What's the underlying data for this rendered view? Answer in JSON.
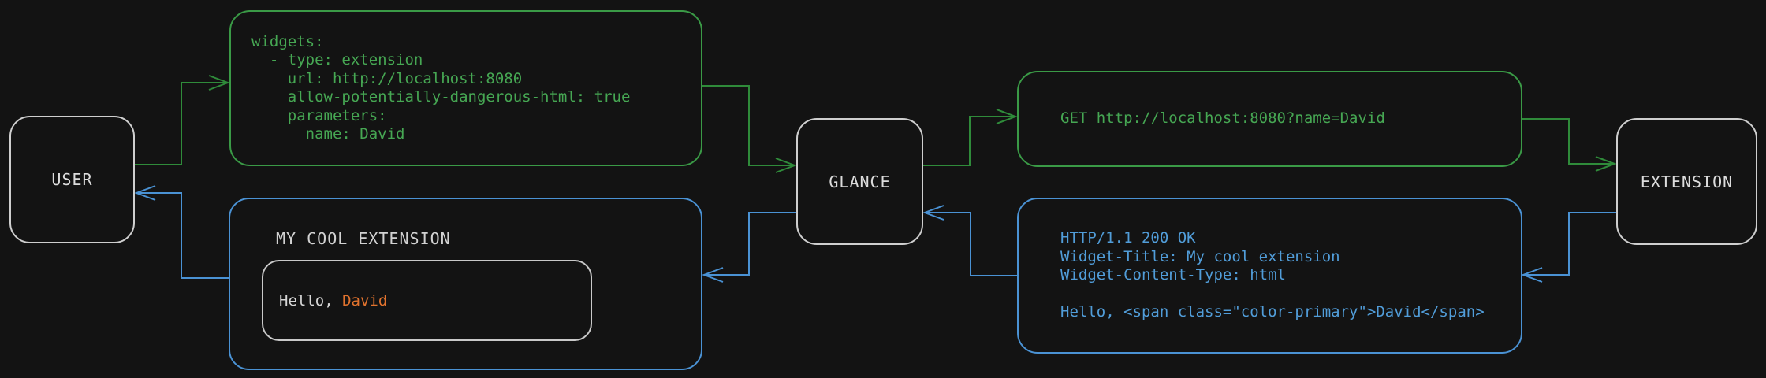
{
  "diagram": {
    "nodes": {
      "user": "USER",
      "glance": "GLANCE",
      "extension": "EXTENSION"
    },
    "config_box": {
      "lines": [
        "widgets:",
        "  - type: extension",
        "    url: http://localhost:8080",
        "    allow-potentially-dangerous-html: true",
        "    parameters:",
        "      name: David"
      ]
    },
    "request_box": {
      "text": "GET http://localhost:8080?name=David"
    },
    "response_box": {
      "lines": [
        "HTTP/1.1 200 OK",
        "Widget-Title: My cool extension",
        "Widget-Content-Type: html",
        "",
        "Hello, <span class=\"color-primary\">David</span>"
      ]
    },
    "widget_box": {
      "title": "MY COOL EXTENSION",
      "greeting_prefix": "Hello, ",
      "greeting_name": "David"
    },
    "colors": {
      "green": "#3a9a46",
      "blue": "#4a92d4",
      "orange": "#e2732e",
      "node_border": "#cfcfcf",
      "background": "#131313"
    }
  }
}
